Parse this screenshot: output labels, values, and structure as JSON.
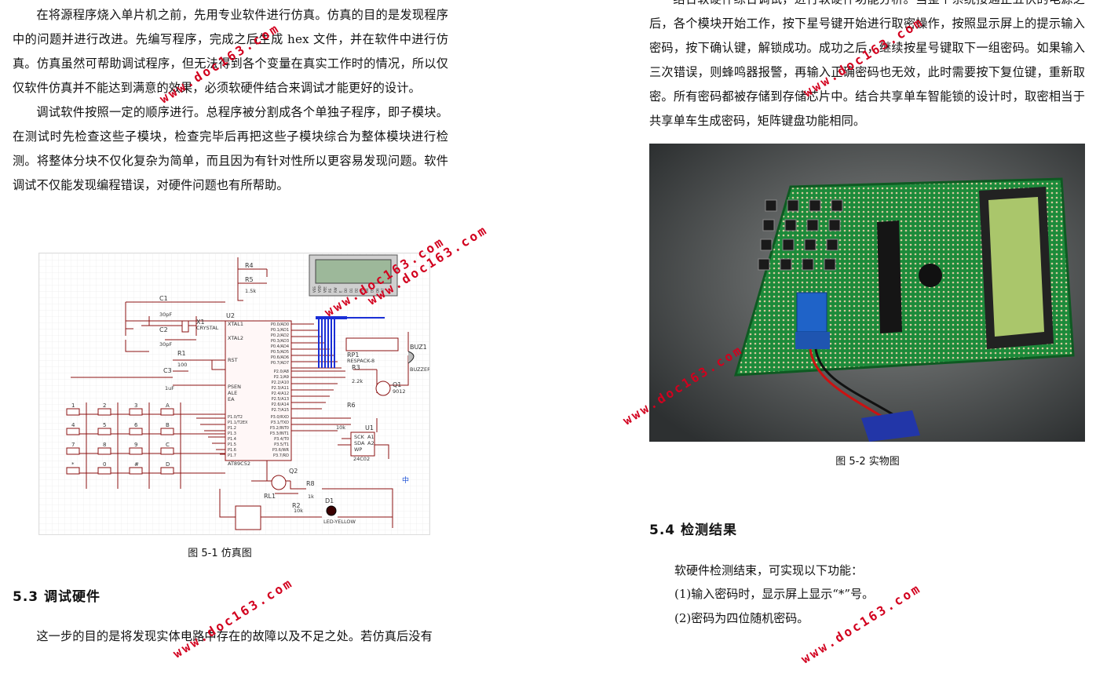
{
  "left": {
    "paragraphs": [
      "在将源程序烧入单片机之前，先用专业软件进行仿真。仿真的目的是发现程序中的问题并进行改进。先编写程序，完成之后生成 hex 文件，并在软件中进行仿真。仿真虽然可帮助调试程序，但无法得到各个变量在真实工作时的情况，所以仅仅软件仿真并不能达到满意的效果，必须软硬件结合来调试才能更好的设计。",
      "调试软件按照一定的顺序进行。总程序被分割成各个单独子程序，即子模块。在测试时先检查这些子模块，检查完毕后再把这些子模块综合为整体模块进行检测。将整体分块不仅化复杂为简单，而且因为有针对性所以更容易发现问题。软件调试不仅能发现编程错误，对硬件问题也有所帮助。"
    ],
    "figure_caption": "图 5-1  仿真图",
    "section_heading": "5.3 调试硬件",
    "last_paragraph": "这一步的目的是将发现实体电路中存在的故障以及不足之处。若仿真后没有"
  },
  "right": {
    "paragraph": "结合软硬件综合调试，进行软硬件功能分析。当整个系统接通正五伏的电源之后，各个模块开始工作，按下星号键开始进行取密操作，按照显示屏上的提示输入密码，按下确认键，解锁成功。成功之后，继续按星号键取下一组密码。如果输入三次错误，则蜂鸣器报警，再输入正确密码也无效，此时需要按下复位键，重新取密。所有密码都被存储到存储芯片中。结合共享单车智能锁的设计时，取密相当于共享单车生成密码，矩阵键盘功能相同。",
    "figure_caption": "图 5-2  实物图",
    "section_heading": "5.4 检测结果",
    "intro": "软硬件检测结束，可实现以下功能：",
    "items": [
      "(1)输入密码时，显示屏上显示“*”号。",
      "(2)密码为四位随机密码。"
    ]
  },
  "schematic": {
    "labels": {
      "r4": "R4",
      "r5": "R5",
      "c1": "C1",
      "c2": "C2",
      "x1": "X1",
      "crystal": "CRYSTAL",
      "u2": "U2",
      "r1": "R1",
      "c3": "C3",
      "rp1": "RP1",
      "respack": "RESPACK-8",
      "buz": "BUZ1",
      "buzzer": "BUZZER",
      "r3": "R3",
      "q1": "Q1",
      "q1type": "9012",
      "r6": "R6",
      "u1": "U1",
      "u1type": "24C02",
      "mcu": "AT89C52",
      "q2": "Q2",
      "r8": "R8",
      "rl1": "RL1",
      "r2": "R2",
      "d1": "D1",
      "led": "LED-YELLOW",
      "xtal1": "XTAL1",
      "xtal2": "XTAL2",
      "rst": "RST",
      "psen": "PSEN",
      "ale": "ALE",
      "ea": "EA",
      "v30pf1": "30pF",
      "v30pf2": "30pF",
      "v100": "100",
      "v1uf": "1uF",
      "v22k": "2.2k",
      "v10k": "10k",
      "v1k": "1k",
      "v15k": "1.5k",
      "v10k2": "10k",
      "sck": "SCK",
      "sda": "SDA",
      "wp": "WP",
      "a1": "A1",
      "a2": "A2"
    },
    "keys": [
      "1",
      "2",
      "3",
      "A",
      "4",
      "5",
      "6",
      "B",
      "7",
      "8",
      "9",
      "C",
      "*",
      "0",
      "#",
      "D"
    ],
    "p0pins": [
      "P0.0/AD0",
      "P0.1/AD1",
      "P0.2/AD2",
      "P0.3/AD3",
      "P0.4/AD4",
      "P0.5/AD5",
      "P0.6/AD6",
      "P0.7/AD7"
    ],
    "p2pins": [
      "P2.0/A8",
      "P2.1/A9",
      "P2.2/A10",
      "P2.3/A11",
      "P2.4/A12",
      "P2.5/A13",
      "P2.6/A14",
      "P2.7/A15"
    ],
    "p1pins": [
      "P1.0/T2",
      "P1.1/T2EX",
      "P1.2",
      "P1.3",
      "P1.4",
      "P1.5",
      "P1.6",
      "P1.7"
    ],
    "p3pins": [
      "P3.0/RXD",
      "P3.1/TXD",
      "P3.2/INT0",
      "P3.3/INT1",
      "P3.4/T0",
      "P3.5/T1",
      "P3.6/WR",
      "P3.7/RD"
    ],
    "lcdpins": [
      "VSS",
      "VDD",
      "VEE",
      "RS",
      "RW",
      "E",
      "D0",
      "D1",
      "D2",
      "D3",
      "D4",
      "D5",
      "D6",
      "D7"
    ],
    "ime": "中"
  },
  "watermark": "www.doc163.com"
}
